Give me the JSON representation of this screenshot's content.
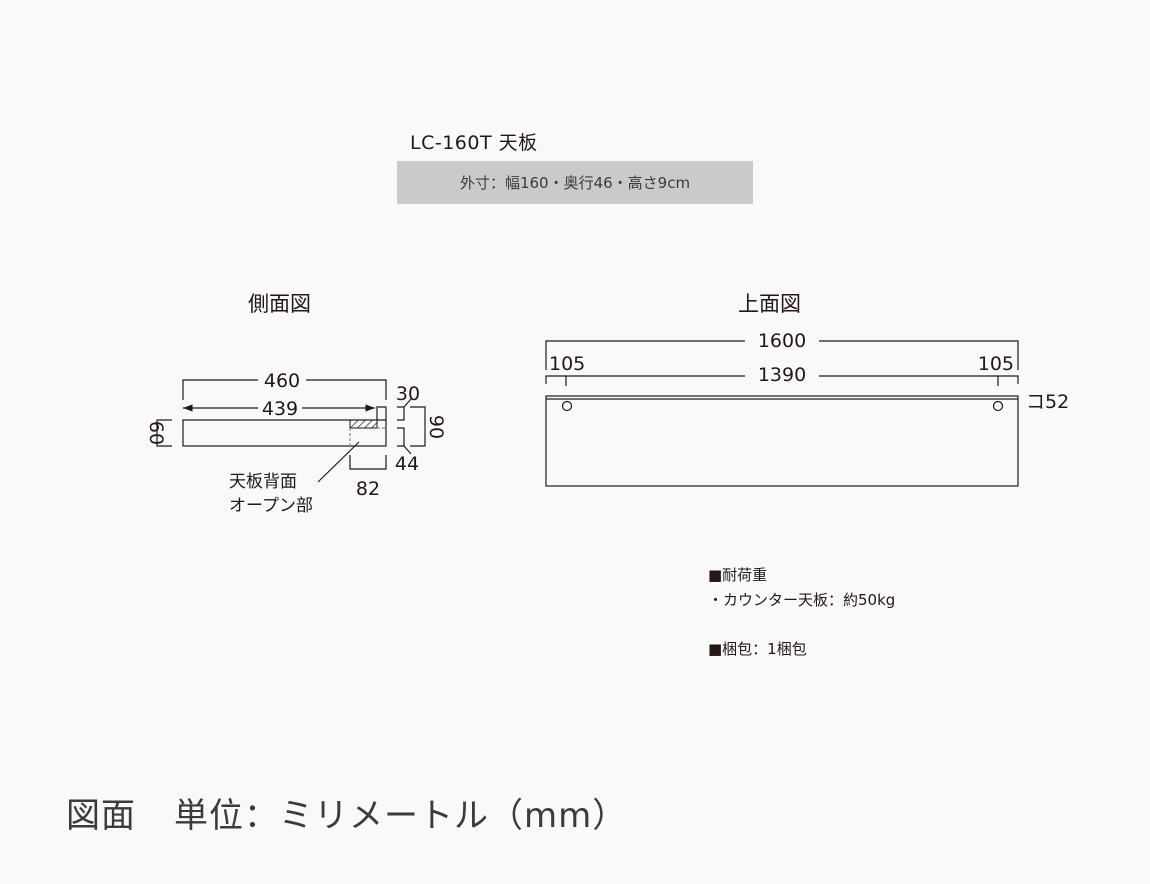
{
  "header": {
    "title": "LC-160T 天板",
    "spec": "外寸：幅160・奥行46・高さ9cm"
  },
  "side_view": {
    "label": "側面図",
    "dims": {
      "overall_depth": "460",
      "inner_depth": "439",
      "height": "60",
      "top_offset": "30",
      "total_height": "90",
      "bottom_offset": "44",
      "open_width": "82"
    },
    "callout_line1": "天板背面",
    "callout_line2": "オープン部"
  },
  "top_view": {
    "label": "上面図",
    "dims": {
      "overall_width": "1600",
      "inner_width": "1390",
      "left_offset": "105",
      "right_offset": "105",
      "hole_size": "コ52"
    }
  },
  "notes": {
    "load_heading": "■耐荷重",
    "load_item": "・カウンター天板：約50kg",
    "package": "■梱包：1梱包"
  },
  "footer": {
    "drawing": "図面",
    "unit": "単位：ミリメートル（mm）"
  },
  "colors": {
    "background": "#f9f9f9",
    "spec_bar": "#c9caca",
    "line": "#231815",
    "text": "#231815"
  }
}
